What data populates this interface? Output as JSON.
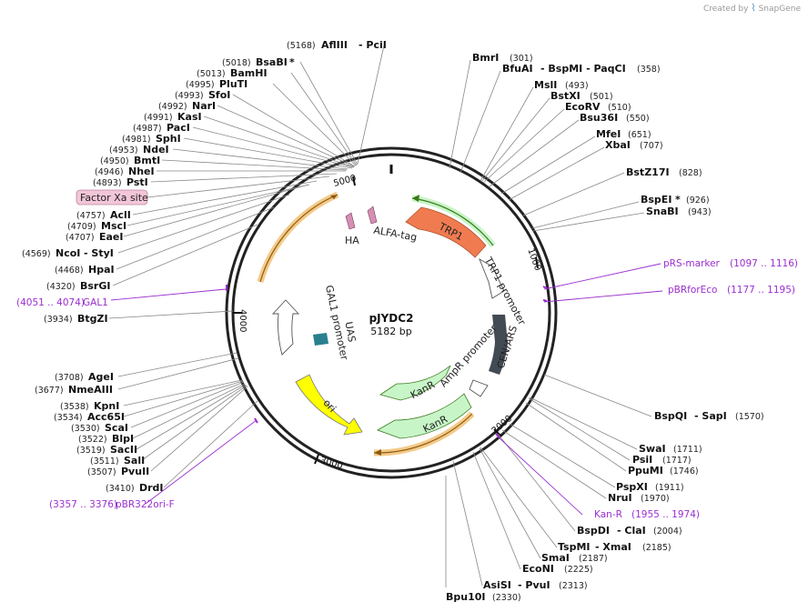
{
  "brand": {
    "created_by": "Created by",
    "name": "SnapGene"
  },
  "plasmid": {
    "name": "pJYDC2",
    "length": "5182 bp"
  },
  "ticks": [
    "1000",
    "2000",
    "3000",
    "4000",
    "5000"
  ],
  "sites_left": [
    {
      "pos": "(5168)",
      "name": "AflIII",
      "extra": "- PciI"
    },
    {
      "pos": "(5018)",
      "name": "BsaBI",
      "extra": "*"
    },
    {
      "pos": "(5013)",
      "name": "BamHI",
      "extra": ""
    },
    {
      "pos": "(4995)",
      "name": "PluTI",
      "extra": ""
    },
    {
      "pos": "(4993)",
      "name": "SfoI",
      "extra": ""
    },
    {
      "pos": "(4992)",
      "name": "NarI",
      "extra": ""
    },
    {
      "pos": "(4991)",
      "name": "KasI",
      "extra": ""
    },
    {
      "pos": "(4987)",
      "name": "PacI",
      "extra": ""
    },
    {
      "pos": "(4981)",
      "name": "SphI",
      "extra": ""
    },
    {
      "pos": "(4953)",
      "name": "NdeI",
      "extra": ""
    },
    {
      "pos": "(4950)",
      "name": "BmtI",
      "extra": ""
    },
    {
      "pos": "(4946)",
      "name": "NheI",
      "extra": ""
    },
    {
      "pos": "(4893)",
      "name": "PstI",
      "extra": ""
    },
    {
      "pos": "(4757)",
      "name": "AclI",
      "extra": ""
    },
    {
      "pos": "(4709)",
      "name": "MscI",
      "extra": ""
    },
    {
      "pos": "(4707)",
      "name": "EaeI",
      "extra": ""
    },
    {
      "pos": "(4569)",
      "name": "NcoI",
      "extra": "- StyI"
    },
    {
      "pos": "(4468)",
      "name": "HpaI",
      "extra": ""
    },
    {
      "pos": "(4320)",
      "name": "BsrGI",
      "extra": ""
    },
    {
      "pos": "(3934)",
      "name": "BtgZI",
      "extra": ""
    },
    {
      "pos": "(3708)",
      "name": "AgeI",
      "extra": ""
    },
    {
      "pos": "(3677)",
      "name": "NmeAIII",
      "extra": ""
    },
    {
      "pos": "(3538)",
      "name": "KpnI",
      "extra": ""
    },
    {
      "pos": "(3534)",
      "name": "Acc65I",
      "extra": ""
    },
    {
      "pos": "(3530)",
      "name": "ScaI",
      "extra": ""
    },
    {
      "pos": "(3522)",
      "name": "BlpI",
      "extra": ""
    },
    {
      "pos": "(3519)",
      "name": "SacII",
      "extra": ""
    },
    {
      "pos": "(3511)",
      "name": "SalI",
      "extra": ""
    },
    {
      "pos": "(3507)",
      "name": "PvuII",
      "extra": ""
    },
    {
      "pos": "(3410)",
      "name": "DrdI",
      "extra": ""
    }
  ],
  "sites_right": [
    {
      "name": "BmrI",
      "extra": "",
      "pos": "(301)"
    },
    {
      "name": "BfuAI",
      "extra": "- BspMI  - PaqCI",
      "pos": "(358)"
    },
    {
      "name": "MslI",
      "extra": "",
      "pos": "(493)"
    },
    {
      "name": "BstXI",
      "extra": "",
      "pos": "(501)"
    },
    {
      "name": "EcoRV",
      "extra": "",
      "pos": "(510)"
    },
    {
      "name": "Bsu36I",
      "extra": "",
      "pos": "(550)"
    },
    {
      "name": "MfeI",
      "extra": "",
      "pos": "(651)"
    },
    {
      "name": "XbaI",
      "extra": "",
      "pos": "(707)"
    },
    {
      "name": "BstZ17I",
      "extra": "",
      "pos": "(828)"
    },
    {
      "name": "BspEI",
      "extra": "*",
      "pos": "(926)"
    },
    {
      "name": "SnaBI",
      "extra": "",
      "pos": "(943)"
    },
    {
      "name": "BspQI",
      "extra": "- SapI",
      "pos": "(1570)"
    },
    {
      "name": "SwaI",
      "extra": "",
      "pos": "(1711)"
    },
    {
      "name": "PsiI",
      "extra": "",
      "pos": "(1717)"
    },
    {
      "name": "PpuMI",
      "extra": "",
      "pos": "(1746)"
    },
    {
      "name": "PspXI",
      "extra": "",
      "pos": "(1911)"
    },
    {
      "name": "NruI",
      "extra": "",
      "pos": "(1970)"
    },
    {
      "name": "BspDI",
      "extra": "- ClaI",
      "pos": "(2004)"
    },
    {
      "name": "TspMI",
      "extra": "- XmaI",
      "pos": "(2185)"
    },
    {
      "name": "SmaI",
      "extra": "",
      "pos": "(2187)"
    },
    {
      "name": "EcoNI",
      "extra": "",
      "pos": "(2225)"
    },
    {
      "name": "AsiSI",
      "extra": "- PvuI",
      "pos": "(2313)"
    },
    {
      "name": "Bpu10I",
      "extra": "",
      "pos": "(2330)"
    }
  ],
  "primers": {
    "factor_xa": "Factor Xa site",
    "gal1_range": "(4051 .. 4074)",
    "gal1": "GAL1",
    "pbr322": "pBR322ori-F",
    "pbr322_range": "(3357 .. 3376)",
    "prs_marker": "pRS-marker",
    "prs_range": "(1097 .. 1116)",
    "pbrforeco": "pBRforEco",
    "pbrforeco_range": "(1177 .. 1195)",
    "kanr": "Kan-R",
    "kanr_range": "(1955 .. 1974)"
  },
  "features": {
    "trp1": "TRP1",
    "trp1_promoter": "TRP1 promoter",
    "cen_ars": "CEN/ARS",
    "ampr_promoter": "AmpR promoter",
    "kanr1": "KanR",
    "kanr2": "KanR",
    "ori": "ori",
    "gal1_promoter": "GAL1 promoter",
    "uas": "UAS",
    "ha": "HA",
    "alfa_tag": "ALFA-tag"
  },
  "colors": {
    "trp1": "#f07b50",
    "kanr": "#c8f5c8",
    "ori": "#ffff00",
    "cen_ars": "#424a54",
    "uas": "#2a7f8f",
    "tag": "#d68fb4",
    "primer": "#9a2fd0",
    "orange_arc": "#f3c47c"
  }
}
